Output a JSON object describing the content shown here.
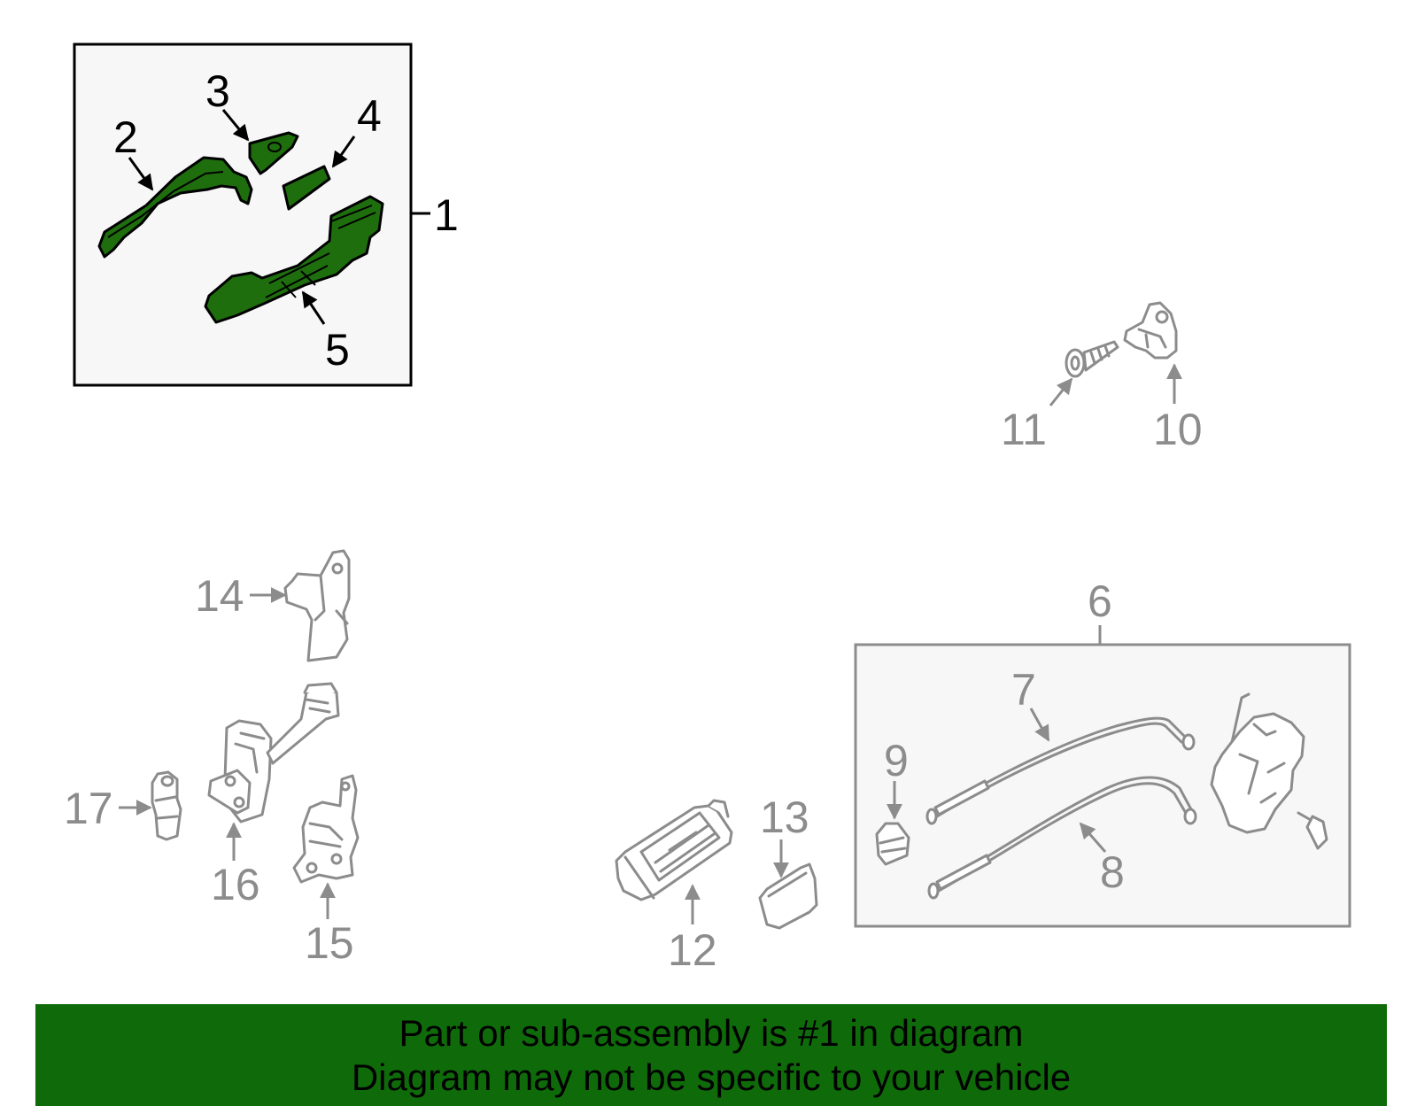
{
  "colors": {
    "highlight_fill": "#1e6e0e",
    "banner_bg": "#0f6b0a",
    "dim_parts": "#8c8c8c",
    "box_bg": "#f7f7f7"
  },
  "callouts": {
    "c1": "1",
    "c2": "2",
    "c3": "3",
    "c4": "4",
    "c5": "5",
    "c6": "6",
    "c7": "7",
    "c8": "8",
    "c9": "9",
    "c10": "10",
    "c11": "11",
    "c12": "12",
    "c13": "13",
    "c14": "14",
    "c15": "15",
    "c16": "16",
    "c17": "17"
  },
  "banner": {
    "line1": "Part or sub-assembly is #1 in diagram",
    "line2": "Diagram may not be specific to your vehicle"
  }
}
